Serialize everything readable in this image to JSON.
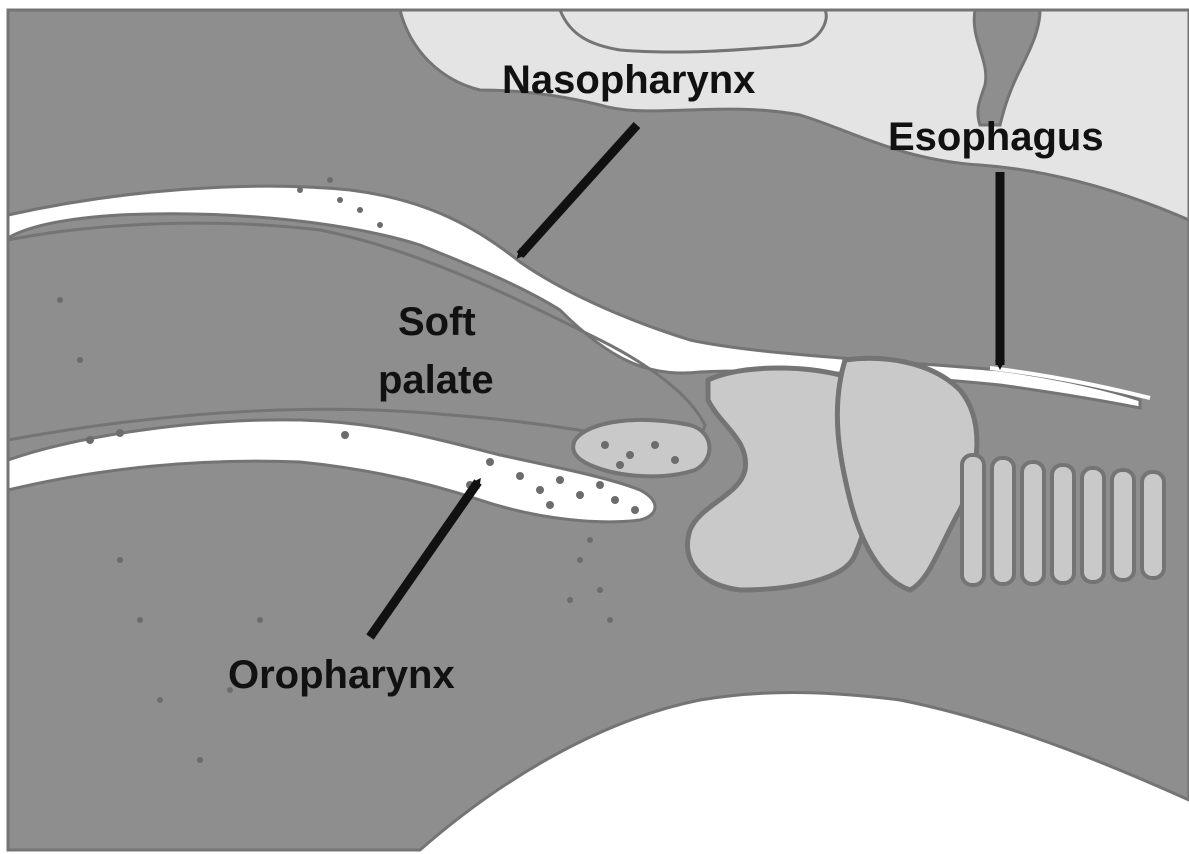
{
  "labels": {
    "nasopharynx": "Nasopharynx",
    "esophagus": "Esophagus",
    "soft_palate_line1": "Soft",
    "soft_palate_line2": "palate",
    "oropharynx": "Oropharynx"
  },
  "colors": {
    "tissue": "#8e8e8e",
    "tissue_border": "#747474",
    "cartilage": "#c9c9c9",
    "background_light": "#e4e4e4",
    "airway": "#ffffff",
    "arrow": "#111111",
    "text": "#111111"
  }
}
